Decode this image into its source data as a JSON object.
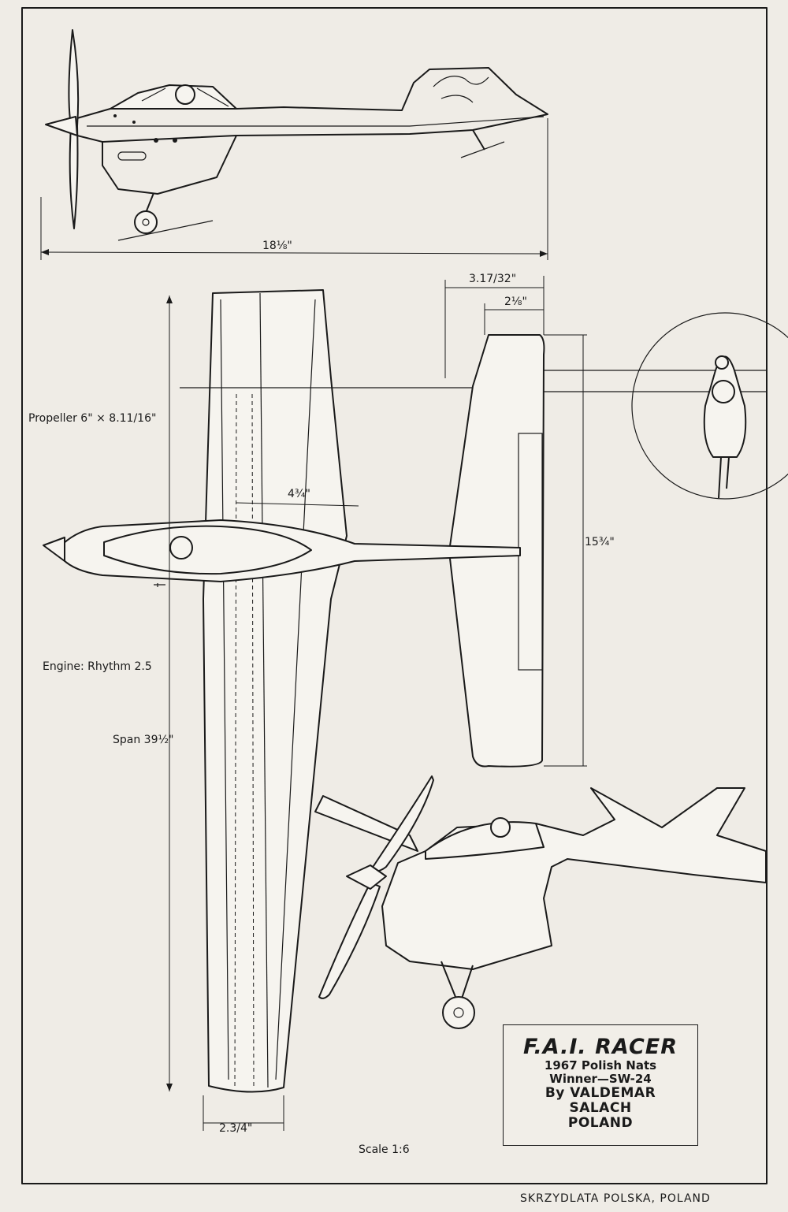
{
  "dimensions": {
    "length": "18⅛\"",
    "tail_chord": "3.17/32\"",
    "tail_inner": "2⅛\"",
    "propeller": "Propeller 6\" × 8.11/16\"",
    "wing_offset": "4¾\"",
    "tail_span": "15¾\"",
    "engine": "Engine: Rhythm 2.5",
    "span": "Span 39½\"",
    "wing_tip_chord": "2.3/4\""
  },
  "scale": "Scale 1:6",
  "title_block": {
    "title": "F.A.I.  RACER",
    "line1": "1967 Polish Nats",
    "line2": "Winner—SW-24",
    "line3": "By VALDEMAR",
    "line4": "SALACH",
    "line5": "POLAND"
  },
  "source_credit": "SKRZYDLATA POLSKA, POLAND"
}
